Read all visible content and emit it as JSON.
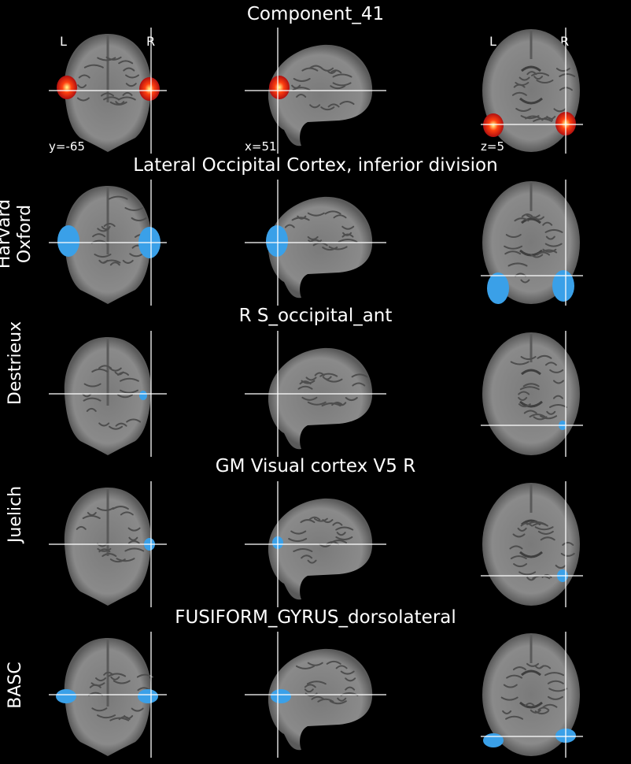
{
  "rows": [
    {
      "title": "Component_41",
      "label": "",
      "kind": "component",
      "blob": "heat"
    },
    {
      "title": "Lateral Occipital Cortex, inferior division",
      "label": "Harvard\nOxford",
      "kind": "atlas",
      "blob": "large"
    },
    {
      "title": "R S_occipital_ant",
      "label": "Destrieux",
      "kind": "atlas",
      "blob": "small"
    },
    {
      "title": "GM Visual cortex V5 R",
      "label": "Juelich",
      "kind": "atlas",
      "blob": "small2"
    },
    {
      "title": "FUSIFORM_GYRUS_dorsolateral",
      "label": "BASC",
      "kind": "atlas",
      "blob": "medium"
    }
  ],
  "coords": {
    "y": "y=-65",
    "x": "x=51",
    "z": "z=5"
  },
  "orientation": {
    "left": "L",
    "right": "R"
  },
  "colors": {
    "background": "#000000",
    "atlas_overlay": "#3aa0e8",
    "crosshair": "#ffffff",
    "heat_outer": "#b01010",
    "heat_mid": "#ff4010",
    "heat_core": "#ffff90"
  }
}
